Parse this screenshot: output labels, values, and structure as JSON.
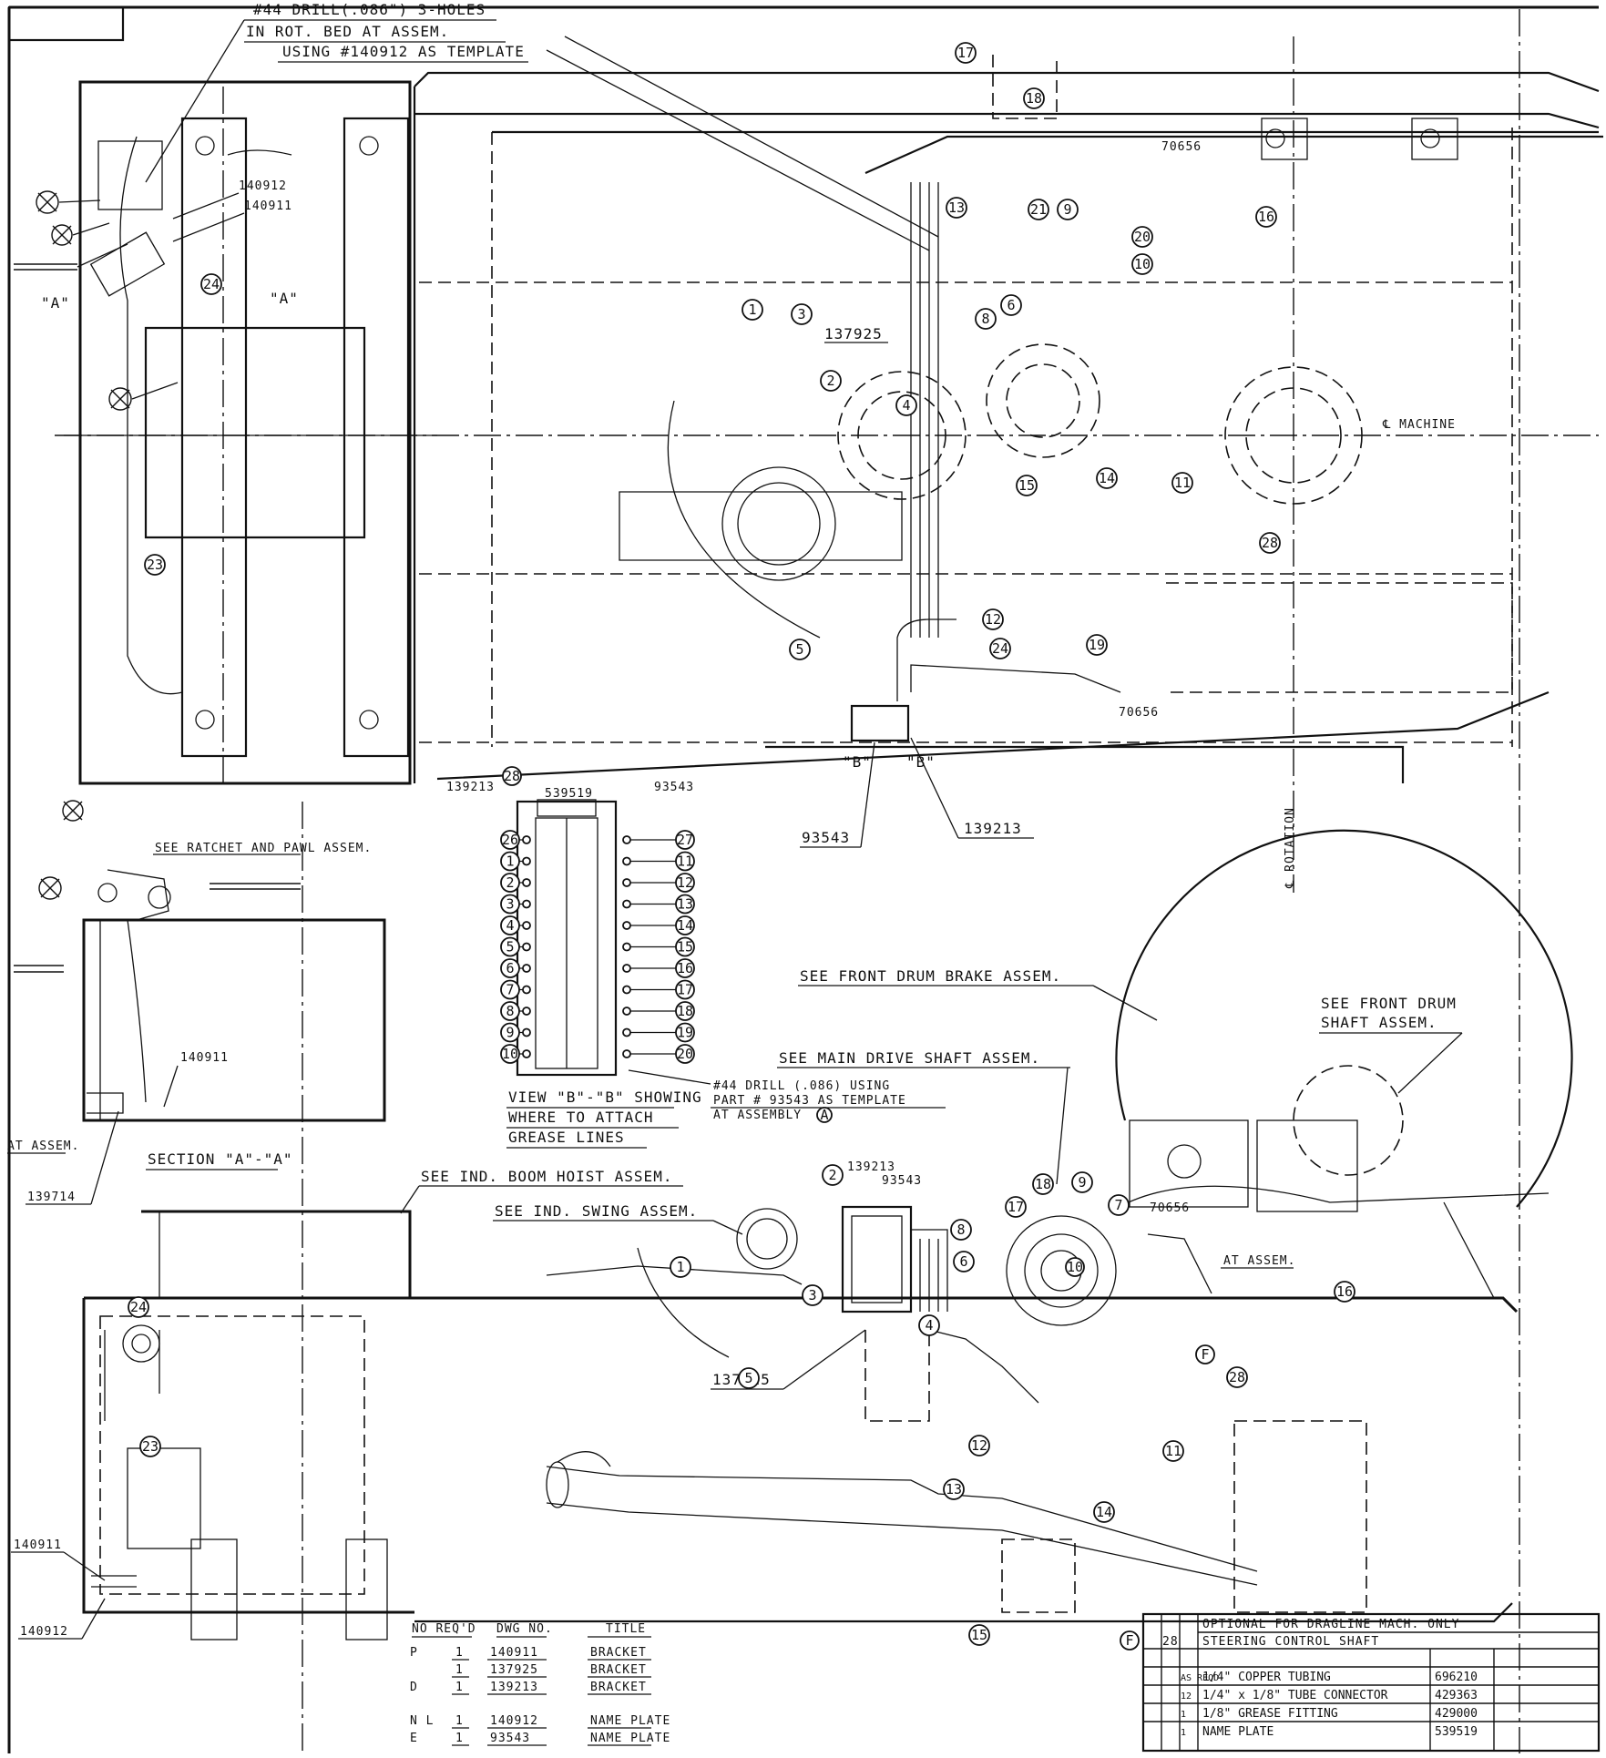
{
  "drill_note": {
    "line1": "#44 DRILL(.086\") 3-HOLES",
    "line2": "IN ROT. BED AT ASSEM.",
    "line3": "USING #140912 AS TEMPLATE"
  },
  "part_numbers": {
    "p140912": "140912",
    "p140911": "140911",
    "p137925": "137925",
    "p70656": "70656",
    "p139213": "139213",
    "p93543": "93543",
    "p539519": "539519",
    "p139714": "139714"
  },
  "section_markers": {
    "a": "\"A\"",
    "b": "\"B\""
  },
  "centerlines": {
    "machine": "℄ MACHINE",
    "rotation": "℄ ROTATION"
  },
  "view_b_caption": {
    "line1": "VIEW \"B\"-\"B\" SHOWING",
    "line2": "WHERE TO ATTACH",
    "line3": "GREASE LINES"
  },
  "view_b_drill": {
    "line1": "#44 DRILL (.086) USING",
    "line2": "PART # 93543 AS TEMPLATE",
    "line3": "AT ASSEMBLY"
  },
  "section_a_title": "SECTION \"A\"-\"A\"",
  "at_assem": "AT ASSEM.",
  "see_notes": {
    "ratchet": "SEE RATCHET AND PAWL ASSEM.",
    "front_brake": "SEE FRONT DRUM BRAKE ASSEM.",
    "front_shaft_1": "SEE FRONT DRUM",
    "front_shaft_2": "SHAFT ASSEM.",
    "main_drive": "SEE MAIN DRIVE SHAFT ASSEM.",
    "boom_hoist": "SEE IND. BOOM HOIST ASSEM.",
    "swing": "SEE IND. SWING ASSEM."
  },
  "view_b_left_ids": [
    "26",
    "1",
    "2",
    "3",
    "4",
    "5",
    "6",
    "7",
    "8",
    "9",
    "10"
  ],
  "view_b_right_ids": [
    "27",
    "11",
    "12",
    "13",
    "14",
    "15",
    "16",
    "17",
    "18",
    "19",
    "20"
  ],
  "parts_list": {
    "headers": [
      "NO REQ'D",
      "DWG NO.",
      "TITLE"
    ],
    "rows": [
      {
        "mark": "P",
        "qty": "1",
        "dwg": "140911",
        "title": "BRACKET"
      },
      {
        "mark": "",
        "qty": "1",
        "dwg": "137925",
        "title": "BRACKET"
      },
      {
        "mark": "D",
        "qty": "1",
        "dwg": "139213",
        "title": "BRACKET"
      },
      {
        "mark": "N L",
        "qty": "1",
        "dwg": "140912",
        "title": "NAME PLATE"
      },
      {
        "mark": "E",
        "qty": "1",
        "dwg": "93543",
        "title": "NAME PLATE"
      }
    ]
  },
  "option_block": {
    "title": "OPTIONAL FOR DRAGLINE MACH. ONLY",
    "marker": "F",
    "item_no": "28",
    "subtitle": "STEERING CONTROL SHAFT",
    "rows": [
      {
        "qty": "AS REQD",
        "desc": "1/4\" COPPER TUBING",
        "part": "696210"
      },
      {
        "qty": "12",
        "desc": "1/4\" x 1/8\" TUBE CONNECTOR",
        "part": "429363"
      },
      {
        "qty": "1",
        "desc": "1/8\" GREASE FITTING",
        "part": "429000"
      },
      {
        "qty": "1",
        "desc": "NAME PLATE",
        "part": "539519"
      }
    ]
  }
}
